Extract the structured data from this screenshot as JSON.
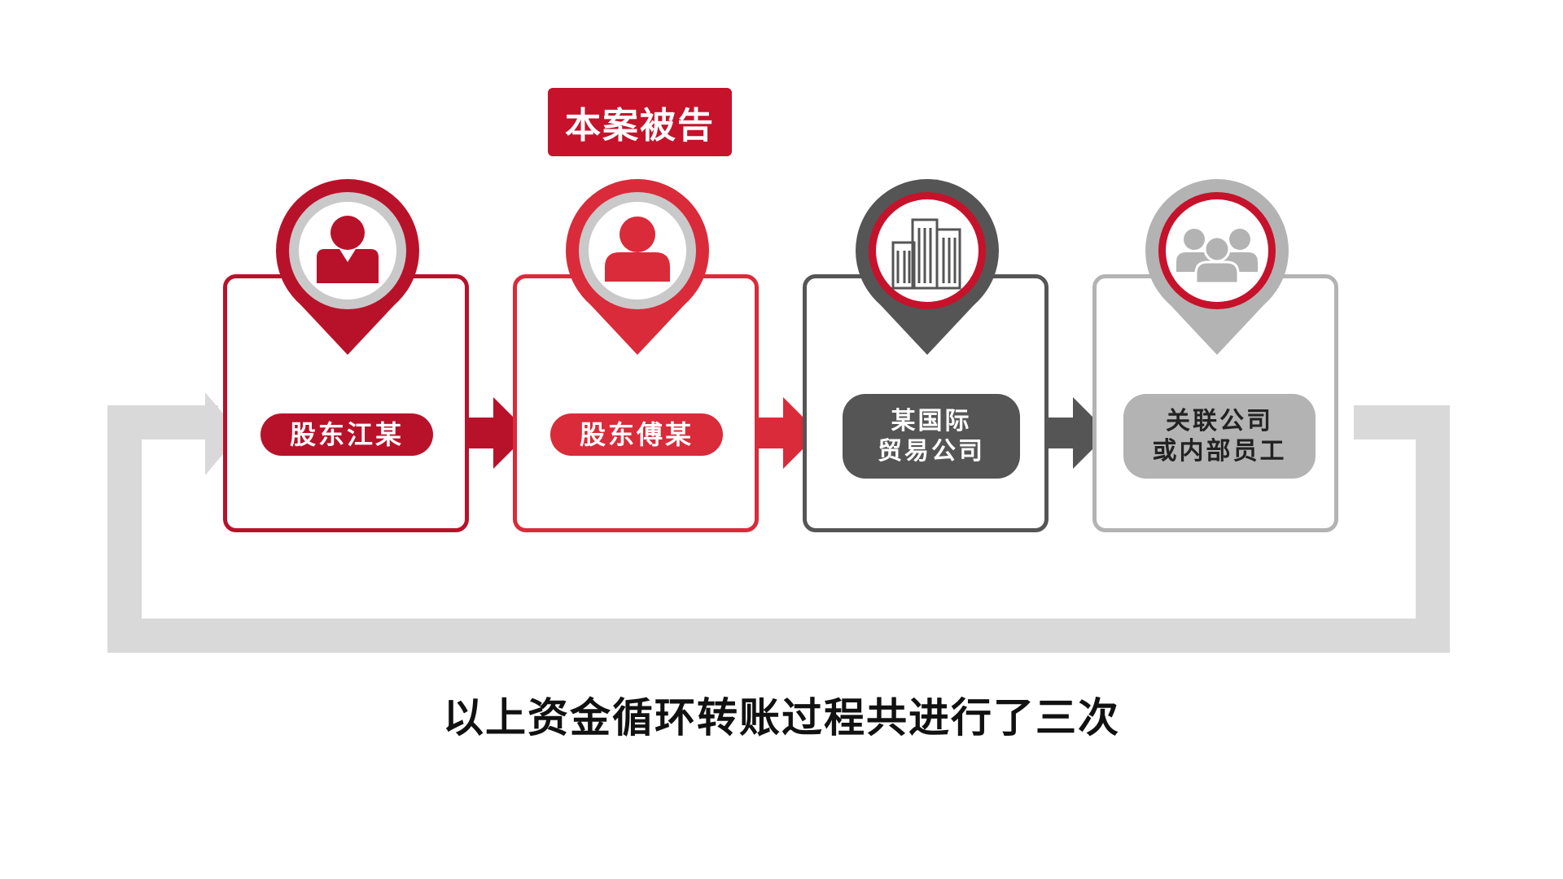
{
  "tag": "本案被告",
  "nodes": [
    {
      "label": "股东江某",
      "color": "#b8122a",
      "icon": "person-icon"
    },
    {
      "label": "股东傅某",
      "color": "#d92b3a",
      "icon": "person-icon"
    },
    {
      "label_line1": "某国际",
      "label_line2": "贸易公司",
      "color": "#555555",
      "icon": "building-icon"
    },
    {
      "label_line1": "关联公司",
      "label_line2": "或内部员工",
      "color": "#b3b3b3",
      "icon": "group-icon"
    }
  ],
  "caption": "以上资金循环转账过程共进行了三次",
  "colors": {
    "loop": "#d9d9d9",
    "ring": "#c9c9c9"
  }
}
